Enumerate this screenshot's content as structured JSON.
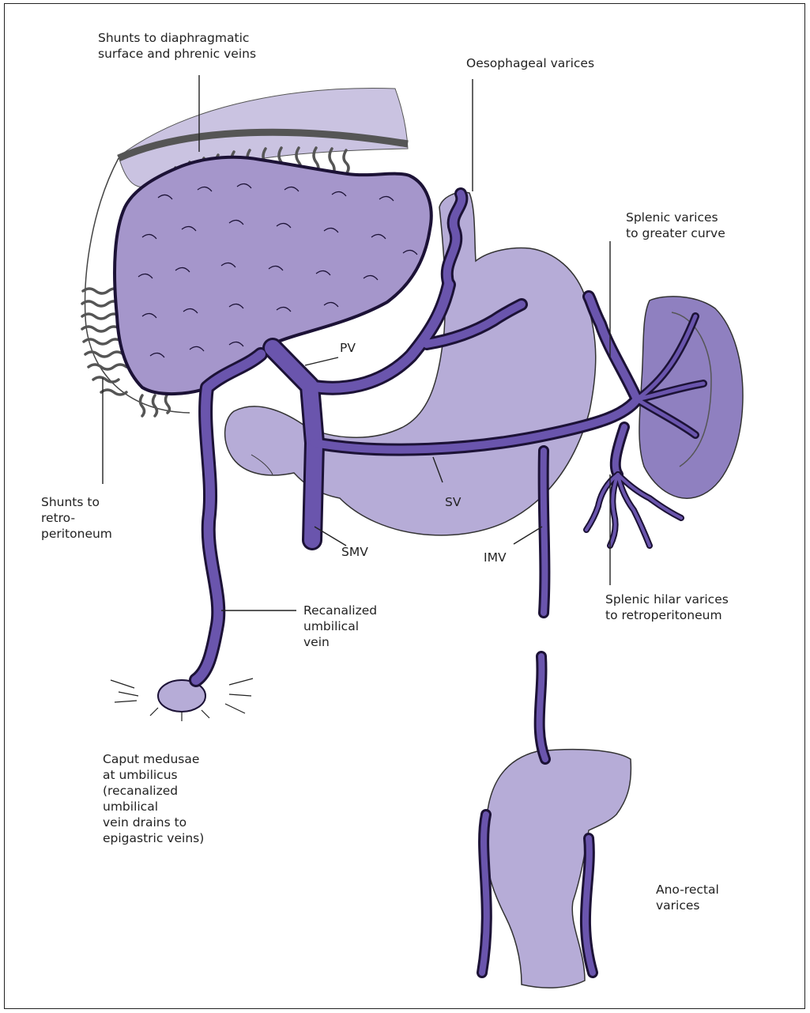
{
  "labels": {
    "shunts_diaphragm": "Shunts to diaphragmatic\nsurface and phrenic veins",
    "oesophageal": "Oesophageal varices",
    "splenic_greater_curve": "Splenic varices\nto greater curve",
    "pv": "PV",
    "sv": "SV",
    "smv": "SMV",
    "imv": "IMV",
    "shunts_retro": "Shunts to\nretro-\nperitoneum",
    "recanalized": "Recanalized\numbilical\nvein",
    "splenic_hilar": "Splenic hilar varices\nto retroperitoneum",
    "caput": "Caput medusae\nat umbilicus\n(recanalized\numbilical\nvein drains to\nepigastric veins)",
    "anorectal": "Ano-rectal\nvarices"
  },
  "colors": {
    "vein": "#6a55ad",
    "vein_outline": "#1c1236",
    "liver": "#a596cb",
    "stomach": "#b6acd7",
    "spleen": "#8f80c0",
    "diaphragm": "#cac3e1",
    "shunt_lines": "#555555"
  }
}
